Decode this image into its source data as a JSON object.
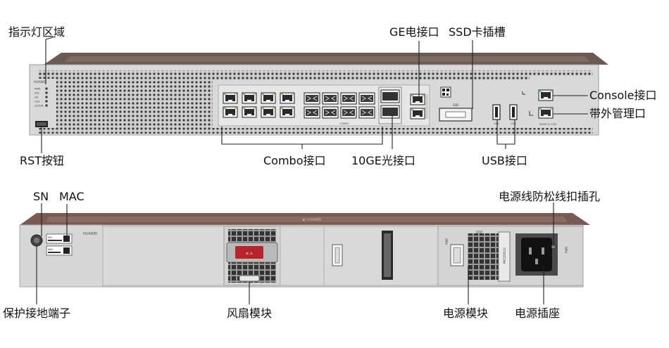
{
  "front": {
    "brand": "HUAWEI",
    "labels": {
      "indicator_area": "指示灯区域",
      "ge_port": "GE电接口",
      "ssd_slot": "SSD卡插槽",
      "console_port": "Console接口",
      "oob_port": "带外管理口",
      "rst_button": "RST按钮",
      "combo_port": "Combo接口",
      "tengig_port": "10GE光接口",
      "usb_port": "USB接口"
    },
    "led_labels": [
      "PWR",
      "SYS",
      "HA",
      "LOG",
      "CLOUD"
    ],
    "ssd_text": "SSD",
    "combo_text": "COMBO",
    "usb_texts": [
      "USB",
      "USB"
    ],
    "mgmt_text": "MGMT & CON"
  },
  "rear": {
    "brand": "HUAWEI",
    "labels": {
      "sn": "SN",
      "mac": "MAC",
      "power_cord_hole": "电源线防松线扣插孔",
      "ground_terminal": "保护接地端子",
      "fan_module": "风扇模块",
      "psu_module": "电源模块",
      "power_socket": "电源插座"
    },
    "sticker_sn": "SN:",
    "sticker_mac": "MAC",
    "stat_text": "STAT",
    "pwr_text": "PWR",
    "psu_model": "PAC250S12",
    "pwr2_text": "PWR"
  }
}
